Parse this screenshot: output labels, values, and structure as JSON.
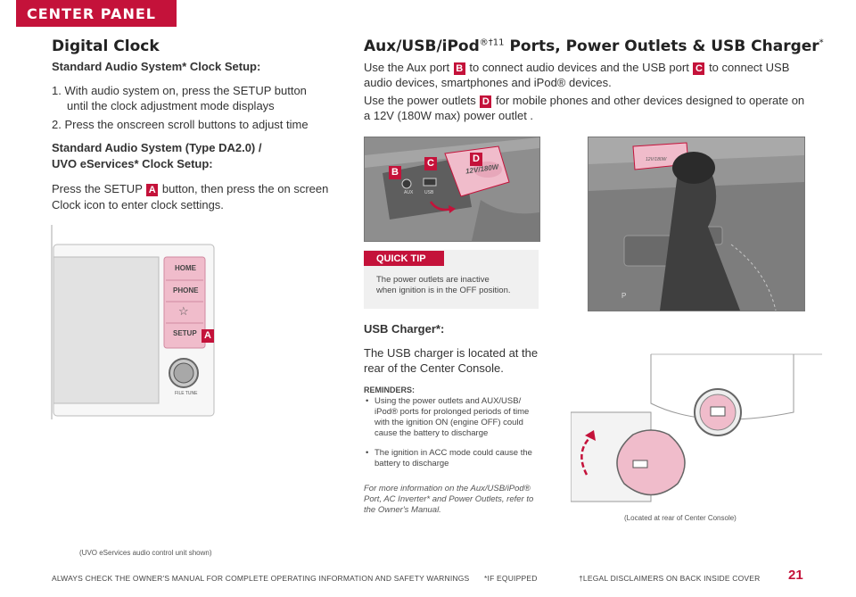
{
  "header": {
    "tab": "CENTER PANEL"
  },
  "left": {
    "title": "Digital Clock",
    "sub1": "Standard Audio System* Clock Setup:",
    "step1_a": "1.  With audio system on, press the SETUP button",
    "step1_b": "until the clock adjustment mode displays",
    "step2": "2.  Press the onscreen scroll buttons to adjust time",
    "sub2a": "Standard Audio System (Type DA2.0) /",
    "sub2b": "UVO eServices* Clock Setup:",
    "press_a": "Press the SETUP",
    "press_b": "button, then press the on screen",
    "press_c": "Clock icon to enter clock settings.",
    "caption": "(UVO eServices audio control unit shown)"
  },
  "radio": {
    "home": "HOME",
    "phone": "PHONE",
    "star": "☆",
    "setup": "SETUP",
    "knob": "FILE TUNE"
  },
  "right": {
    "title": "Aux/USB/iPod",
    "title_sup": "®†11",
    "title_b": " Ports, Power Outlets & USB Charger",
    "title_star": "*",
    "p1_a": "Use the Aux port",
    "p1_b": "to connect audio devices and the USB port",
    "p1_c": "to connect USB",
    "p1_d": "audio devices, smartphones and iPod® devices.",
    "p2_a": "Use the power outlets",
    "p2_b": "for mobile phones and other devices designed to operate on",
    "p2_c": "a 12V (180W max) power outlet .",
    "usb_title": "USB Charger*:",
    "usb_a": "The USB charger is located at the",
    "usb_b": "rear of the Center Console.",
    "reminders": "REMINDERS:",
    "rem1": "Using the power outlets and AUX/USB/ iPod® ports for prolonged periods of time with the ignition ON (engine OFF) could cause the battery to discharge",
    "rem2": "The ignition in ACC mode could cause the battery to discharge",
    "more_a": "For more information on the Aux/USB/iPod®",
    "more_b": "Port, AC Inverter* and Power Outlets, refer to",
    "more_c": "the Owner's Manual.",
    "located": "(Located at rear of Center Console)"
  },
  "quick_tip": {
    "label": "QUICK TIP",
    "text_a": "The power outlets are inactive",
    "text_b": "when ignition is in the OFF position."
  },
  "photo1": {
    "aux": "AUX",
    "usb": "USB",
    "outlet": "12V/180W"
  },
  "photo2": {
    "outlet": "12V/180W",
    "gear": "P"
  },
  "callouts": {
    "a": "A",
    "b": "B",
    "c": "C",
    "d": "D"
  },
  "footer": {
    "left": "ALWAYS CHECK THE OWNER'S MANUAL FOR COMPLETE OPERATING INFORMATION AND SAFETY WARNINGS",
    "mid": "*IF EQUIPPED",
    "right": "†LEGAL DISCLAIMERS ON BACK INSIDE COVER",
    "page": "21"
  },
  "colors": {
    "accent": "#c4123a",
    "highlight": "#f0bccb"
  }
}
